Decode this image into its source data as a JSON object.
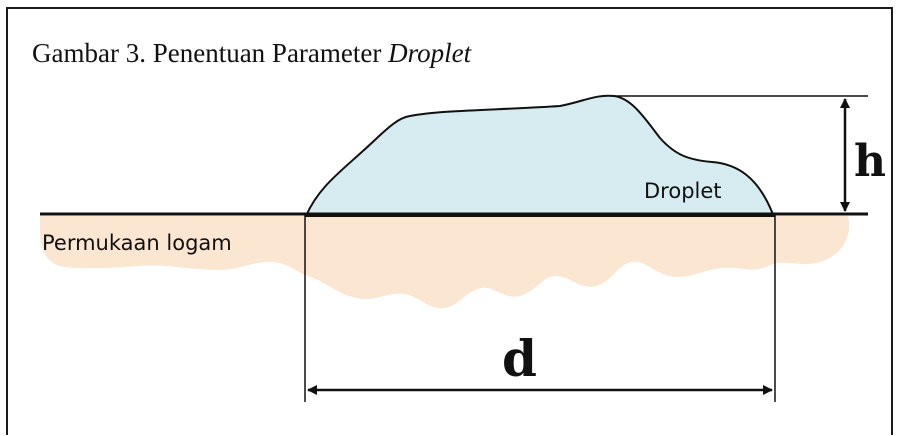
{
  "caption": {
    "prefix": "Gambar 3. Penentuan Parameter ",
    "emphasis": "Droplet"
  },
  "diagram": {
    "droplet_label": "Droplet",
    "surface_label": "Permukaan logam",
    "height_label": "h",
    "diameter_label": "d",
    "colors": {
      "droplet_fill": "#d6ecf1",
      "metal_fill": "#fbe6d2",
      "line": "#111111"
    }
  }
}
